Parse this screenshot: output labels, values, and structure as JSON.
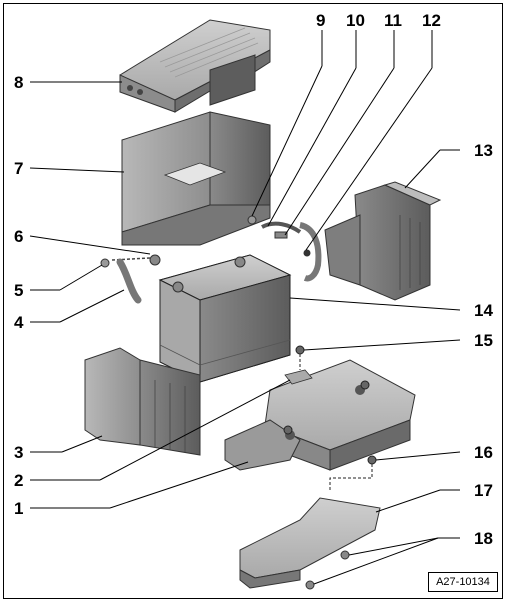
{
  "figure": {
    "reference": "A27-10134",
    "callouts": [
      {
        "id": "c1",
        "label": "1"
      },
      {
        "id": "c2",
        "label": "2"
      },
      {
        "id": "c3",
        "label": "3"
      },
      {
        "id": "c4",
        "label": "4"
      },
      {
        "id": "c5",
        "label": "5"
      },
      {
        "id": "c6",
        "label": "6"
      },
      {
        "id": "c7",
        "label": "7"
      },
      {
        "id": "c8",
        "label": "8"
      },
      {
        "id": "c9",
        "label": "9"
      },
      {
        "id": "c10",
        "label": "10"
      },
      {
        "id": "c11",
        "label": "11"
      },
      {
        "id": "c12",
        "label": "12"
      },
      {
        "id": "c13",
        "label": "13"
      },
      {
        "id": "c14",
        "label": "14"
      },
      {
        "id": "c15",
        "label": "15"
      },
      {
        "id": "c16",
        "label": "16"
      },
      {
        "id": "c17",
        "label": "17"
      },
      {
        "id": "c18",
        "label": "18"
      }
    ]
  }
}
